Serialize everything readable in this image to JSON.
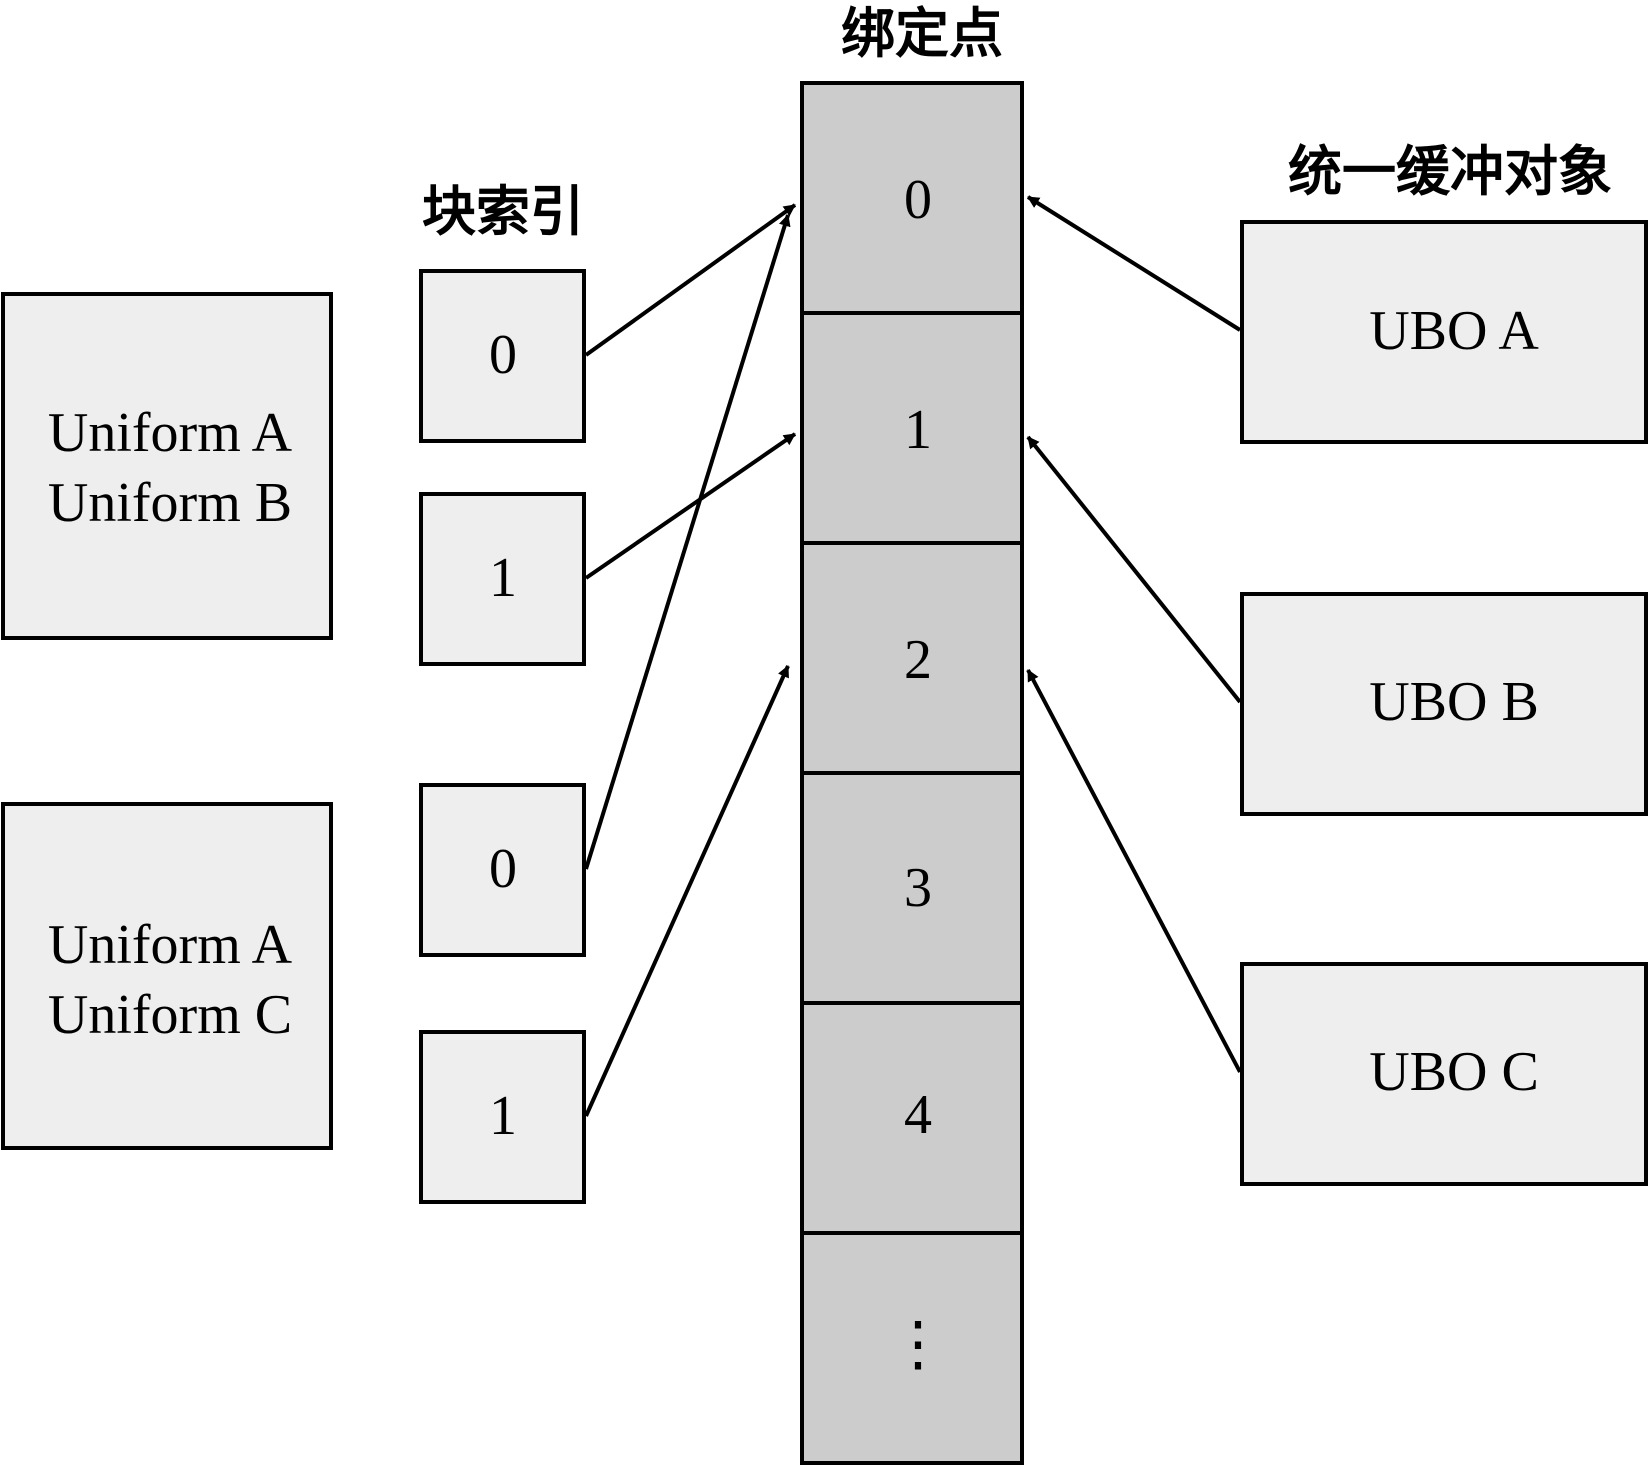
{
  "headers": {
    "binding_points": "绑定点",
    "block_index": "块索引",
    "ubo": "统一缓冲对象"
  },
  "programs": [
    {
      "lines": [
        "Uniform A",
        "Uniform B"
      ]
    },
    {
      "lines": [
        "Uniform A",
        "Uniform C"
      ]
    }
  ],
  "block_indices": [
    {
      "label": "0",
      "program": 0,
      "binding": 0
    },
    {
      "label": "1",
      "program": 0,
      "binding": 1
    },
    {
      "label": "0",
      "program": 1,
      "binding": 0
    },
    {
      "label": "1",
      "program": 1,
      "binding": 2
    }
  ],
  "binding_points": [
    "0",
    "1",
    "2",
    "3",
    "4",
    "⋮"
  ],
  "ubos": [
    {
      "label": "UBO A",
      "binding": 0
    },
    {
      "label": "UBO B",
      "binding": 1
    },
    {
      "label": "UBO C",
      "binding": 2
    }
  ]
}
